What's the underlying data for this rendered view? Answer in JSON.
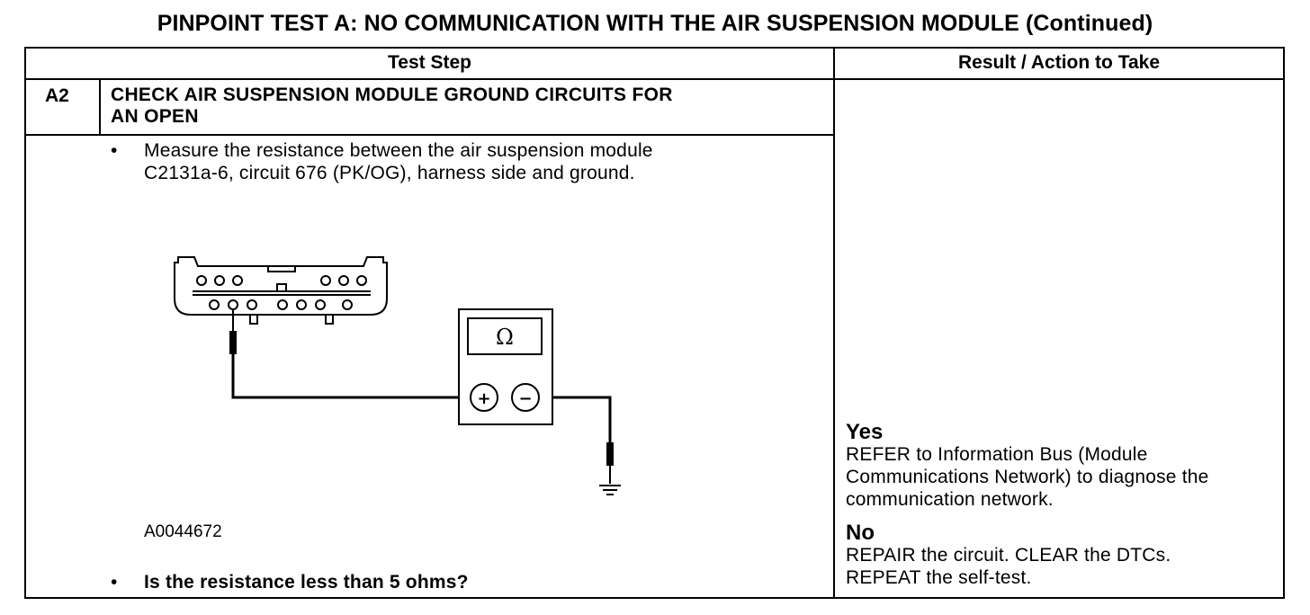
{
  "title": "PINPOINT TEST A: NO COMMUNICATION WITH THE AIR SUSPENSION MODULE (Continued)",
  "columns": {
    "test_step": "Test Step",
    "result": "Result / Action to Take"
  },
  "step": {
    "id": "A2",
    "heading_line1": "CHECK AIR SUSPENSION MODULE GROUND CIRCUITS FOR",
    "heading_line2": "AN OPEN",
    "bullet_symbol": "•",
    "instruction_line1": "Measure the resistance between the air suspension module",
    "instruction_line2": "C2131a-6, circuit 676 (PK/OG), harness side and ground.",
    "figure_id": "A0044672",
    "question": "Is the resistance less than 5 ohms?"
  },
  "diagram": {
    "meter_symbol": "Ω",
    "plus_symbol": "+",
    "minus_symbol": "−"
  },
  "results": [
    {
      "label": "Yes",
      "lines": [
        "REFER to Information Bus (Module",
        "Communications Network) to diagnose the",
        "communication network."
      ]
    },
    {
      "label": "No",
      "lines": [
        "REPAIR the circuit. CLEAR the DTCs.",
        "REPEAT the self-test."
      ]
    }
  ]
}
